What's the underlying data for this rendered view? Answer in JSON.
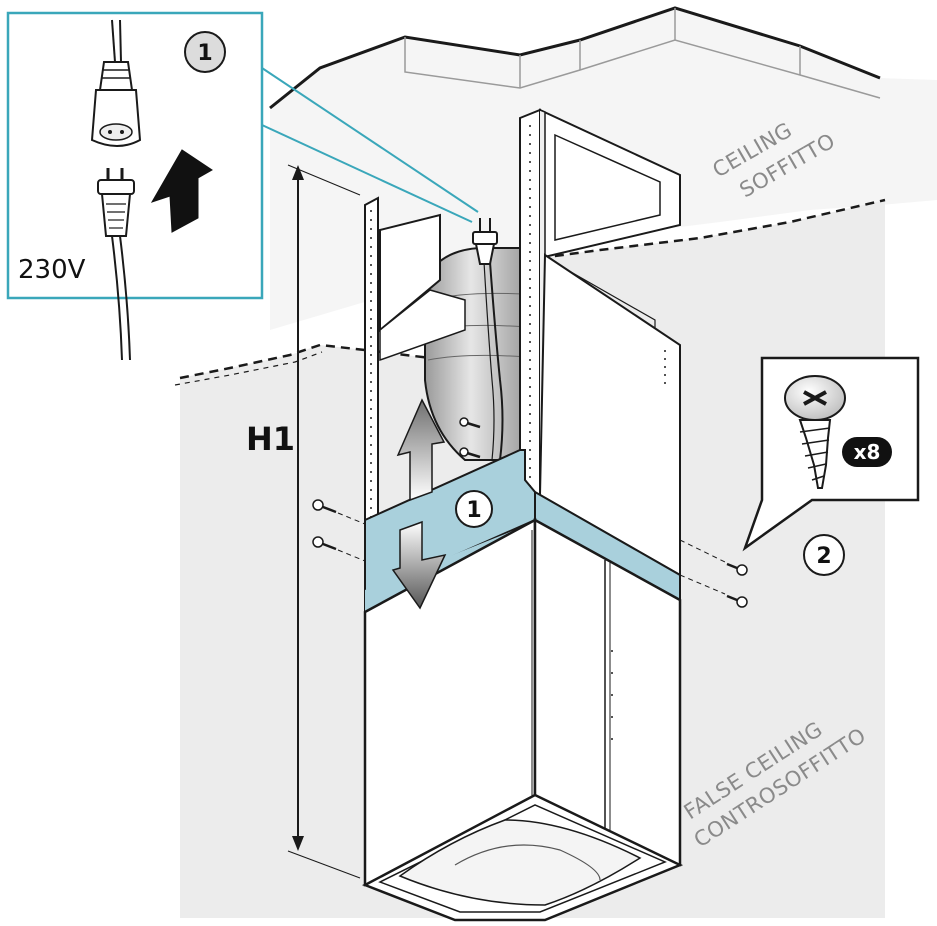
{
  "labels": {
    "ceiling_en": "CEILING",
    "ceiling_it": "SOFFITTO",
    "false_ceiling_en": "FALSE CEILING",
    "false_ceiling_it": "CONTROSOFFITTO",
    "height": "H1",
    "voltage": "230V"
  },
  "steps": {
    "step1_inset": "1",
    "step1_main": "1",
    "step2": "2"
  },
  "screws": {
    "quantity": "x8"
  },
  "colors": {
    "accent_blue": "#a9d0dc",
    "callout_teal": "#3aa7ba",
    "false_ceiling_fill": "#ececec",
    "line": "#1a1a1a"
  },
  "icons": {
    "arrow_up": "arrow-up-icon",
    "arrow_down": "arrow-down-icon",
    "power_plug": "power-plug-icon",
    "socket": "socket-icon",
    "screw": "screw-icon"
  }
}
